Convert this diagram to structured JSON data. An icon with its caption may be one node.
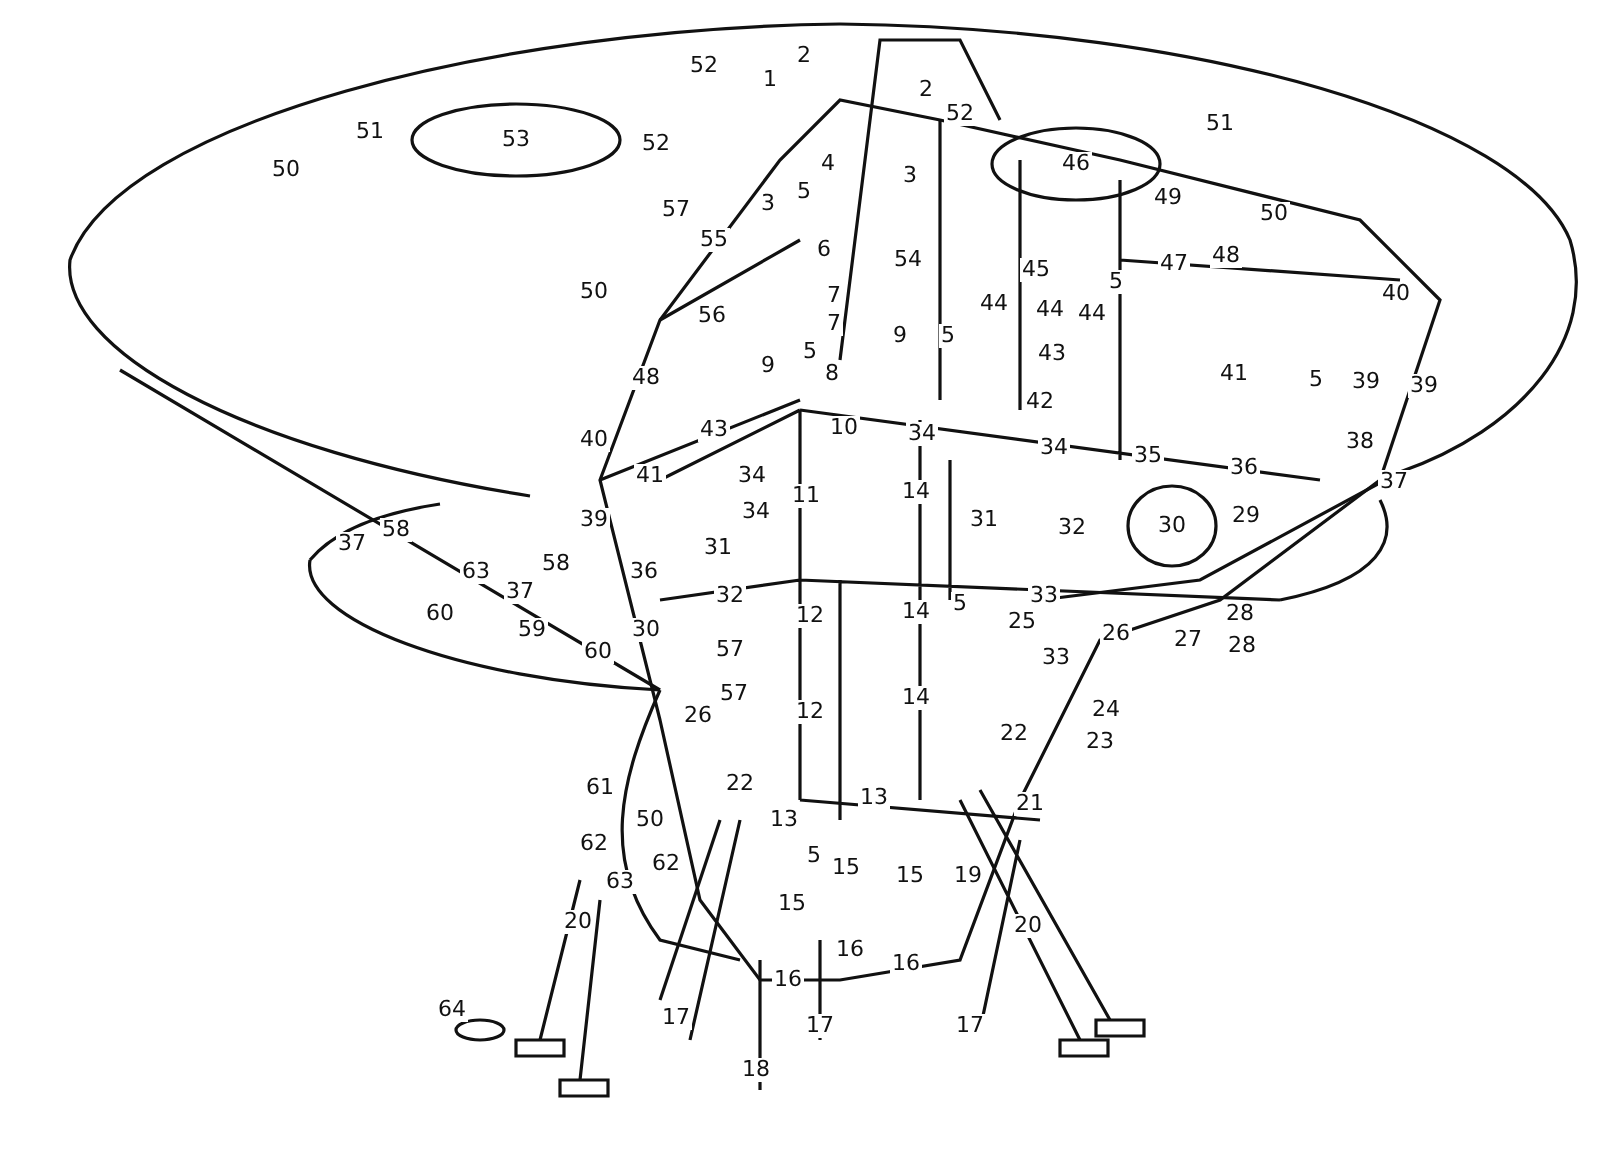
{
  "diagram": {
    "labels": [
      "2",
      "52",
      "1",
      "2",
      "52",
      "51",
      "53",
      "51",
      "52",
      "46",
      "4",
      "3",
      "5",
      "50",
      "49",
      "3",
      "57",
      "50",
      "55",
      "6",
      "54",
      "48",
      "47",
      "45",
      "5",
      "50",
      "40",
      "7",
      "44",
      "44",
      "44",
      "56",
      "7",
      "9",
      "5",
      "43",
      "9",
      "5",
      "8",
      "48",
      "41",
      "5",
      "39",
      "39",
      "42",
      "43",
      "10",
      "34",
      "34",
      "38",
      "40",
      "35",
      "36",
      "41",
      "37",
      "34",
      "11",
      "14",
      "29",
      "30",
      "31",
      "32",
      "34",
      "39",
      "31",
      "37",
      "58",
      "58",
      "63",
      "37",
      "36",
      "32",
      "33",
      "28",
      "5",
      "25",
      "26",
      "27",
      "12",
      "14",
      "28",
      "60",
      "59",
      "60",
      "30",
      "57",
      "33",
      "12",
      "14",
      "57",
      "26",
      "24",
      "22",
      "23",
      "22",
      "61",
      "13",
      "21",
      "13",
      "50",
      "62",
      "62",
      "5",
      "63",
      "15",
      "15",
      "19",
      "15",
      "20",
      "20",
      "16",
      "16",
      "16",
      "64",
      "17",
      "17",
      "17",
      "18"
    ]
  }
}
